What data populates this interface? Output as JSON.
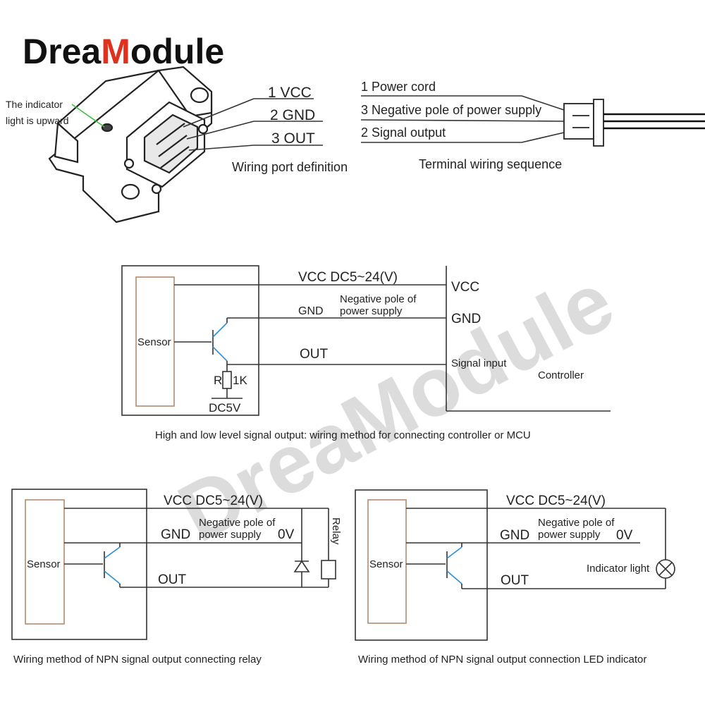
{
  "brand": {
    "text": "DreaModule",
    "watermark": "DreaModule"
  },
  "connector": {
    "indicator_note_1": "The indicator",
    "indicator_note_2": "light is upward",
    "pins": [
      "1  VCC",
      "2  GND",
      "3  OUT"
    ],
    "port_caption": "Wiring port definition",
    "terminal_lines": [
      "1 Power cord",
      "3 Negative pole of power supply",
      "2 Signal output"
    ],
    "terminal_caption": "Terminal wiring sequence"
  },
  "controller_diagram": {
    "vcc_label": "VCC DC5~24(V)",
    "gnd_label": "GND",
    "neg_pole_1": "Negative pole of",
    "neg_pole_2": "power supply",
    "out_label": "OUT",
    "sensor_label": "Sensor",
    "resistor_r": "R",
    "resistor_value": "1K",
    "dc_label": "DC5V",
    "ctrl_vcc": "VCC",
    "ctrl_gnd": "GND",
    "ctrl_signal": "Signal input",
    "ctrl_name": "Controller",
    "caption": "High and low level signal output: wiring method for connecting controller or MCU"
  },
  "relay_diagram": {
    "vcc_label": "VCC DC5~24(V)",
    "gnd_label": "GND",
    "neg_pole_1": "Negative pole of",
    "neg_pole_2": "power supply",
    "zero_v": "0V",
    "out_label": "OUT",
    "sensor_label": "Sensor",
    "relay_label": "Relay",
    "caption": "Wiring method of NPN signal output connecting relay"
  },
  "led_diagram": {
    "vcc_label": "VCC DC5~24(V)",
    "gnd_label": "GND",
    "neg_pole_1": "Negative pole of",
    "neg_pole_2": "power supply",
    "zero_v": "0V",
    "out_label": "OUT",
    "sensor_label": "Sensor",
    "indicator_label": "Indicator light",
    "caption": "Wiring method of NPN signal output connection LED indicator"
  },
  "colors": {
    "brand_text": "#111111",
    "brand_accent": "#e0301e",
    "watermark": "#d8d8d8",
    "wire": "#333333",
    "sensor_bar": "#b58a6a",
    "transistor_lead": "#2a8fd6",
    "note_line": "#3fbf3f"
  }
}
